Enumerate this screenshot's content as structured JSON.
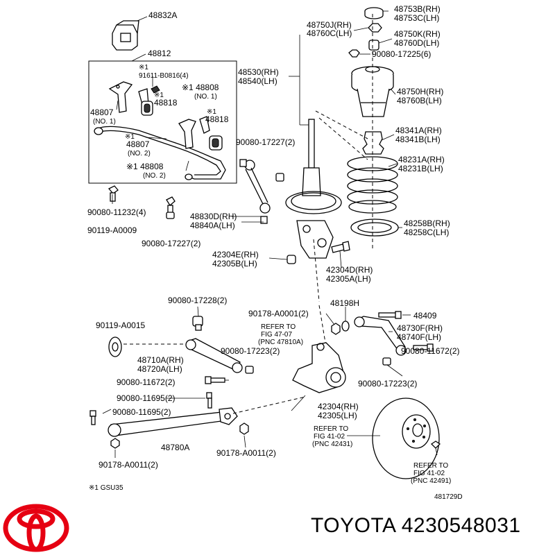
{
  "labels": {
    "l48832A": "48832A",
    "l48812": "48812",
    "n1a": "※1",
    "l91611": "91611-B0816(4)",
    "n1b": "※1",
    "l48808a": "※1 48808",
    "l48808a2": "(NO. 1)",
    "n1c": "※1",
    "l48818a": "48818",
    "l48807a": "48807",
    "l48807a2": "(NO. 1)",
    "n1d": "※1",
    "l48818b": "48818",
    "n1e": "※1",
    "l48807b": "48807",
    "l48807b2": "(NO. 2)",
    "l48808b": "※1 48808",
    "l48808b2": "(NO. 2)",
    "l11232": "90080-11232(4)",
    "lA0009": "90119-A0009",
    "l17227b": "90080-17227(2)",
    "l48830D": "48830D(RH)",
    "l48840A": "48840A(LH)",
    "l17227a": "90080-17227(2)",
    "l48750J": "48750J(RH)",
    "l48760C": "48760C(LH)",
    "l48530": "48530(RH)",
    "l48540": "48540(LH)",
    "l48753B": "48753B(RH)",
    "l48753C": "48753C(LH)",
    "l48750K": "48750K(RH)",
    "l48760D": "48760D(LH)",
    "l17225": "90080-17225(6)",
    "l48750H": "48750H(RH)",
    "l48760B": "48760B(LH)",
    "l48341A": "48341A(RH)",
    "l48341B": "48341B(LH)",
    "l48231A": "48231A(RH)",
    "l48231B": "48231B(LH)",
    "l48258B": "48258B(RH)",
    "l48258C": "48258C(LH)",
    "l42304E": "42304E(RH)",
    "l42305B": "42305B(LH)",
    "l42304D": "42304D(RH)",
    "l42305A": "42305A(LH)",
    "l17228": "90080-17228(2)",
    "lA0001": "90178-A0001(2)",
    "l48198H": "48198H",
    "l48409": "48409",
    "lref1a": "REFER TO",
    "lref1b": "FIG 47-07",
    "lref1c": "(PNC 47810A)",
    "l48730F": "48730F(RH)",
    "l48740F": "48740F(LH)",
    "lA0015": "90119-A0015",
    "l48710A": "48710A(RH)",
    "l48720A": "48720A(LH)",
    "l17223a": "90080-17223(2)",
    "l11672a": "90080-11672(2)",
    "l11672b": "90080-11672(2)",
    "l17223b": "90080-17223(2)",
    "l11695a": "90080-11695(2)",
    "l11695b": "90080-11695(2)",
    "l42304": "42304(RH)",
    "l42305": "42305(LH)",
    "l48780A": "48780A",
    "lref2a": "REFER TO",
    "lref2b": "FIG 41-02",
    "lref2c": "(PNC 42431)",
    "lA0011b": "90178-A0011(2)",
    "lA0011a": "90178-A0011(2)",
    "lref3a": "REFER TO",
    "lref3b": "FIG 41-02",
    "lref3c": "(PNC 42491)",
    "lnote": "※1 GSU35",
    "lfig": "481729D"
  },
  "brand_text": "TOYOTA 4230548031",
  "colors": {
    "logo": "#e60012",
    "line": "#000000"
  }
}
